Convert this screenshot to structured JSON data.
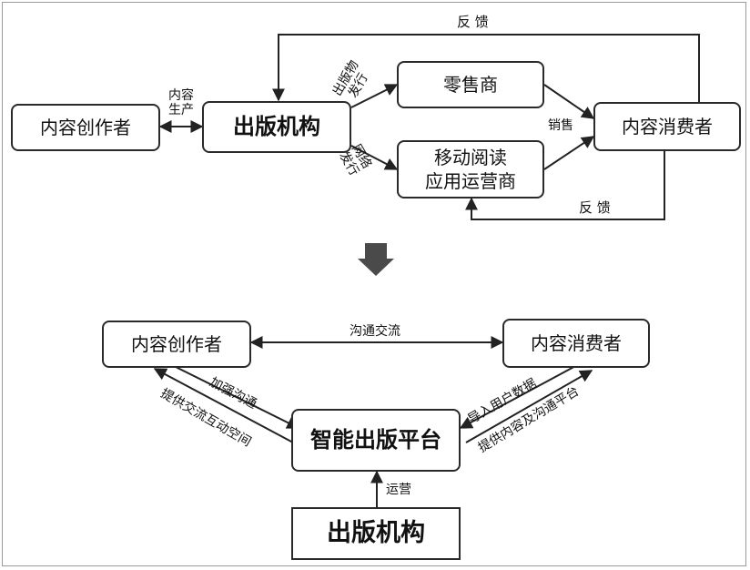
{
  "top": {
    "creator": "内容创作者",
    "publisher": "出版机构",
    "retailer": "零售商",
    "mobile_line1": "移动阅读",
    "mobile_line2": "应用运营商",
    "consumer": "内容消费者",
    "feedback_top": "反 馈",
    "feedback_bottom": "反 馈",
    "content_prod_line1": "内容",
    "content_prod_line2": "生产",
    "pub_dist_line1": "出版物",
    "pub_dist_line2": "发行",
    "net_dist_line1": "网络",
    "net_dist_line2": "发行",
    "sales": "销售"
  },
  "transition_arrow": "down-arrow-icon",
  "bottom": {
    "creator": "内容创作者",
    "consumer": "内容消费者",
    "communication": "沟通交流",
    "platform": "智能出版平台",
    "publisher": "出版机构",
    "operate": "运营",
    "strengthen": "加强沟通",
    "provide_space": "提供交流互动空间",
    "import_data": "导入用户数据",
    "provide_platform": "提供内容及沟通平台"
  }
}
